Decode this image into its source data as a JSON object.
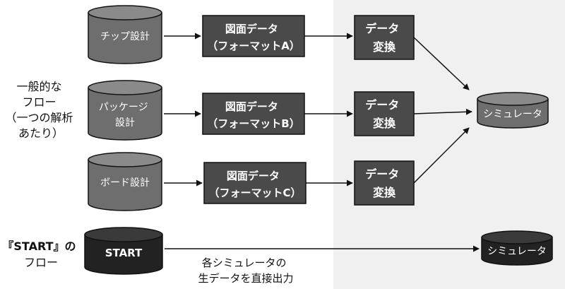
{
  "left_labels": {
    "general_flow": [
      "一般的な",
      "フロー",
      "（一つの解析",
      "あたり）"
    ],
    "start_flow": [
      "『START』の",
      "フロー"
    ]
  },
  "sources": [
    {
      "id": "chip",
      "lines": [
        "チップ設計"
      ]
    },
    {
      "id": "package",
      "lines": [
        "パッケージ",
        "設計"
      ]
    },
    {
      "id": "board",
      "lines": [
        "ボード設計"
      ]
    }
  ],
  "drawings": [
    {
      "id": "a",
      "lines": [
        "図面データ",
        "（フォーマットA）"
      ]
    },
    {
      "id": "b",
      "lines": [
        "図面データ",
        "（フォーマットB）"
      ]
    },
    {
      "id": "c",
      "lines": [
        "図面データ",
        "（フォーマットC）"
      ]
    }
  ],
  "conversion": {
    "lines": [
      "データ",
      "変換"
    ]
  },
  "simulator": {
    "label": "シミュレータ"
  },
  "start": {
    "source_label": "START",
    "simulator_label": "シミュレータ",
    "note_lines": [
      "各シミュレータの",
      "生データを直接出力"
    ]
  },
  "colors": {
    "panel_bg": "#f0f0f0",
    "cyl_body": "#6e6e6e",
    "cyl_top": "#8a8a8a",
    "box_fill": "#4a4a4a",
    "dark_body": "#222222",
    "dark_top": "#3a3a3a",
    "outline": "#111111",
    "light_text": "#ffffff",
    "dark_text": "#111111"
  }
}
